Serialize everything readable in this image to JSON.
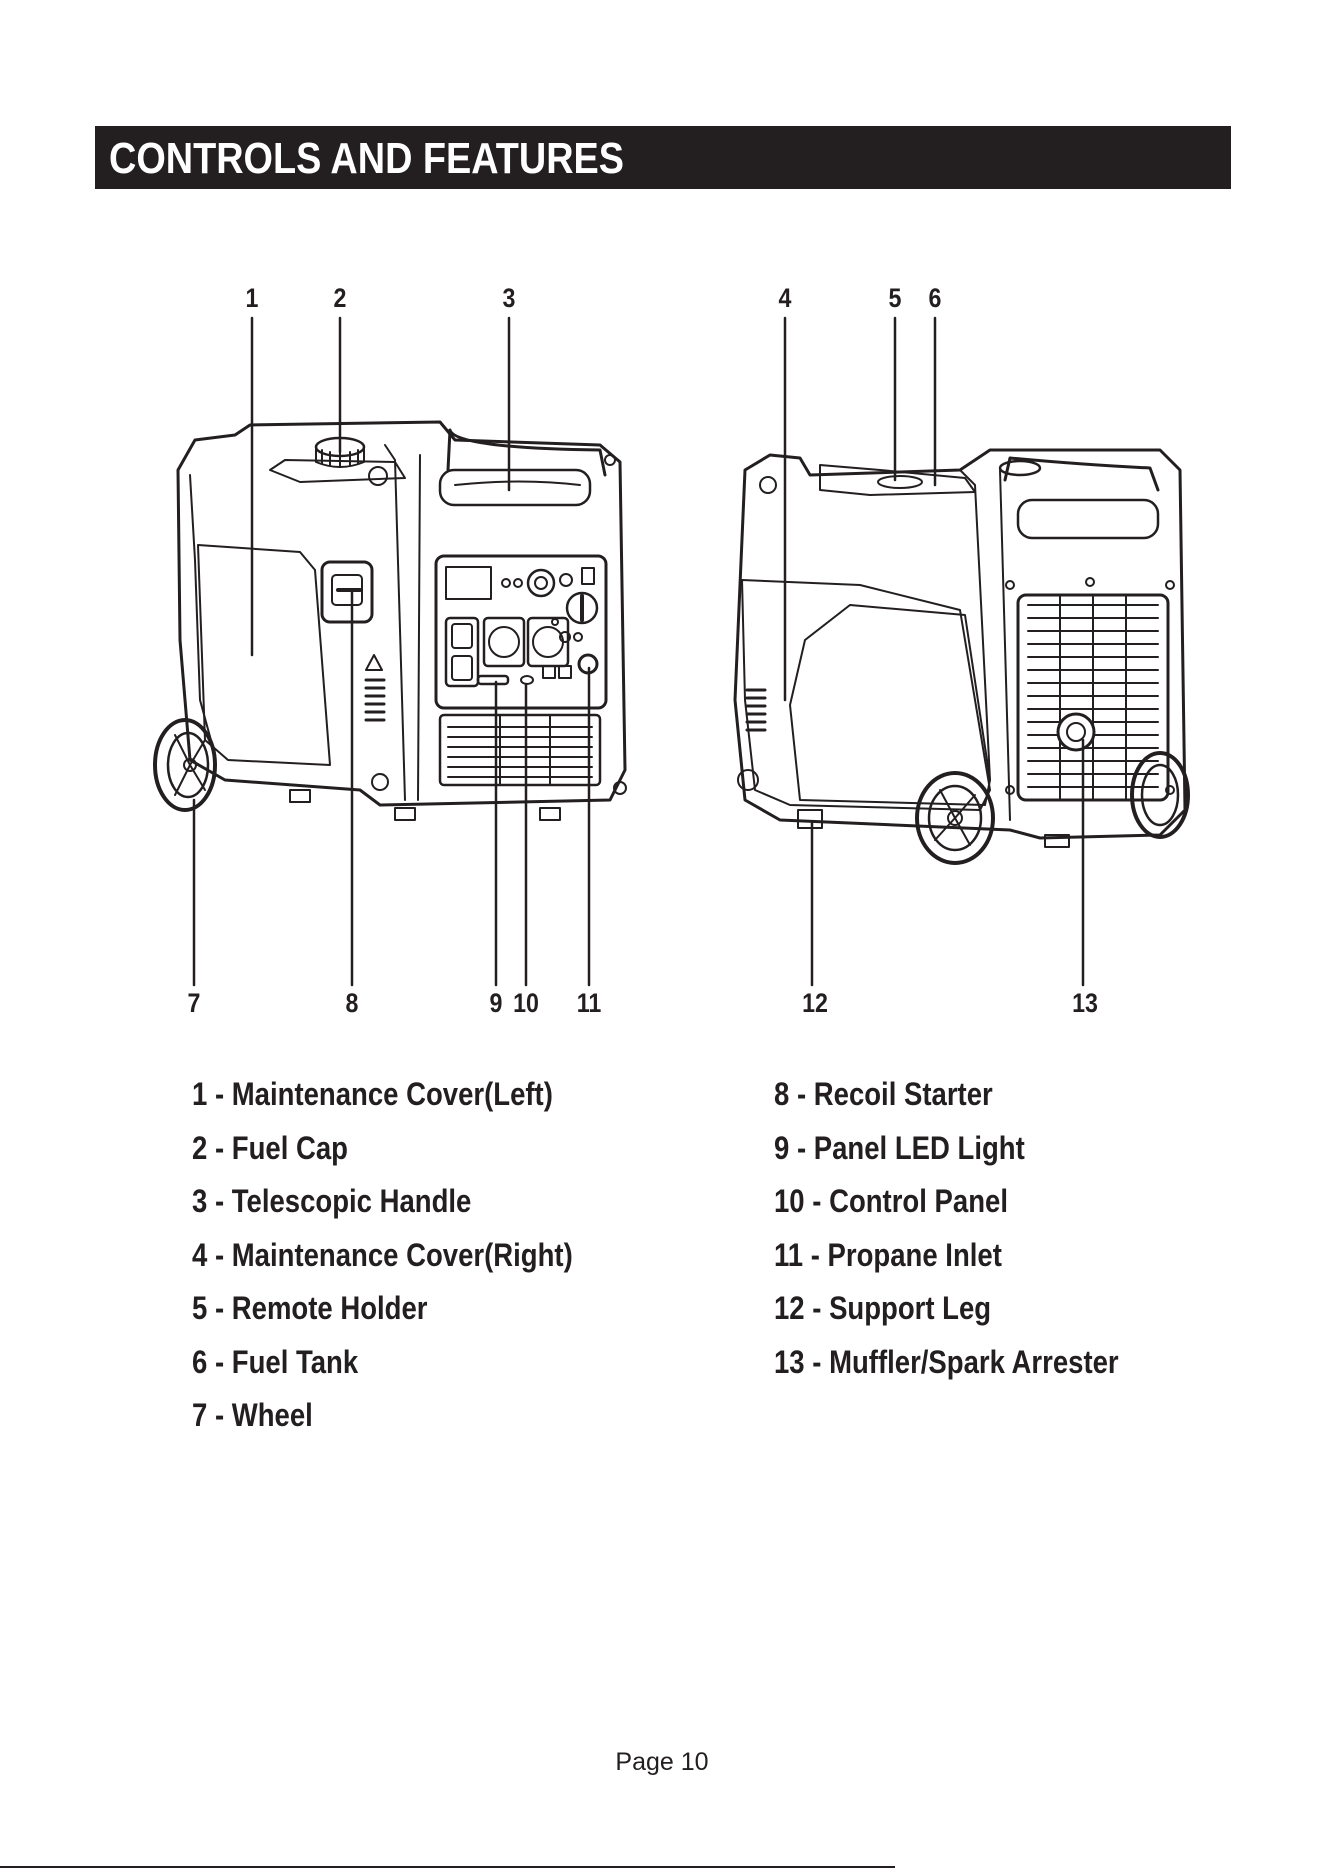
{
  "header": {
    "title": "CONTROLS AND FEATURES"
  },
  "callouts": {
    "n1": "1",
    "n2": "2",
    "n3": "3",
    "n4": "4",
    "n5": "5",
    "n6": "6",
    "n7": "7",
    "n8": "8",
    "n9": "9",
    "n10": "10",
    "n11": "11",
    "n12": "12",
    "n13": "13"
  },
  "legend": {
    "left": [
      "1 - Maintenance Cover(Left)",
      "2 - Fuel Cap",
      "3 - Telescopic Handle",
      "4 - Maintenance Cover(Right)",
      "5 - Remote Holder",
      "6 - Fuel Tank",
      "7 - Wheel"
    ],
    "right": [
      "8 - Recoil Starter",
      "9 - Panel LED Light",
      "10 - Control Panel",
      "11 - Propane Inlet",
      "12 - Support Leg",
      "13 - Muffler/Spark Arrester"
    ]
  },
  "footer": {
    "page": "Page 10"
  }
}
